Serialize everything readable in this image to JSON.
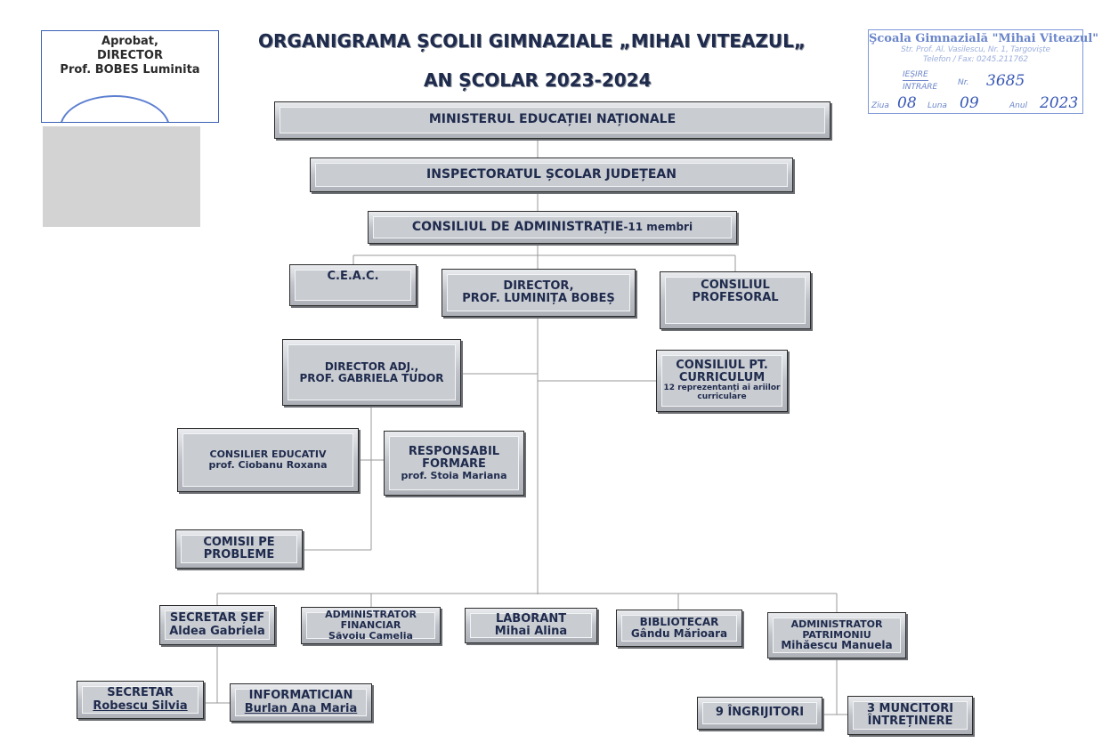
{
  "approval": {
    "line1": "Aprobat,",
    "line2": "DIRECTOR",
    "line3": "Prof. BOBES Luminita"
  },
  "title": {
    "line1": "ORGANIGRAMA ȘCOLII GIMNAZIALE „MIHAI VITEAZUL„",
    "line2": "AN ȘCOLAR 2023-2024"
  },
  "stamp": {
    "school": "Şcoala Gimnazială \"Mihai Viteazul\"",
    "address": "Str. Prof. Al. Vasilescu, Nr. 1, Targoviște",
    "phone": "Telefon / Fax: 0245.211762",
    "out_label": "IEȘIRE",
    "in_label": "INTRARE",
    "nr_label": "Nr.",
    "nr_value": "3685",
    "day_label": "Ziua",
    "day_value": "08",
    "month_label": "Luna",
    "month_value": "09",
    "year_label": "Anul",
    "year_value": "2023"
  },
  "boxes": {
    "men": [
      "MINISTERUL EDUCAȚIEI NAȚIONALE"
    ],
    "isj": [
      "INSPECTORATUL ȘCOLAR JUDEȚEAN"
    ],
    "ca": [
      "CONSILIUL DE ADMINISTRAȚIE",
      "-11 membri"
    ],
    "ceac": [
      "C.E.A.C."
    ],
    "director": [
      "DIRECTOR,",
      "PROF. LUMINIȚA BOBEȘ"
    ],
    "profesoral": [
      "CONSILIUL",
      "PROFESORAL"
    ],
    "director_adj": [
      "DIRECTOR ADJ.,",
      "PROF. GABRIELA TUDOR"
    ],
    "curriculum": [
      "CONSILIUL PT.",
      "CURRICULUM",
      "12 reprezentanți ai ariilor",
      "curriculare"
    ],
    "consilier": [
      "CONSILIER EDUCATIV",
      "prof. Ciobanu Roxana"
    ],
    "formare": [
      "RESPONSABIL",
      "FORMARE",
      "prof. Stoia Mariana"
    ],
    "comisii": [
      "COMISII PE",
      "PROBLEME"
    ],
    "secretar_sef": [
      "SECRETAR ȘEF",
      "Aldea Gabriela"
    ],
    "adm_financiar": [
      "ADMINISTRATOR",
      "FINANCIAR",
      "Săvoiu Camelia"
    ],
    "laborant": [
      "LABORANT",
      "Mihai Alina"
    ],
    "bibliotecar": [
      "BIBLIOTECAR",
      "Gându Mărioara"
    ],
    "adm_patrimoniu": [
      "ADMINISTRATOR",
      "PATRIMONIU",
      "Mihăescu Manuela"
    ],
    "secretar": [
      "SECRETAR",
      "Robescu Silvia"
    ],
    "informatician": [
      "INFORMATICIAN",
      "Burlan Ana Maria"
    ],
    "ingrijitori": [
      "9 ÎNGRIJITORI"
    ],
    "muncitori": [
      "3 MUNCITORI",
      "ÎNTREȚINERE"
    ]
  }
}
